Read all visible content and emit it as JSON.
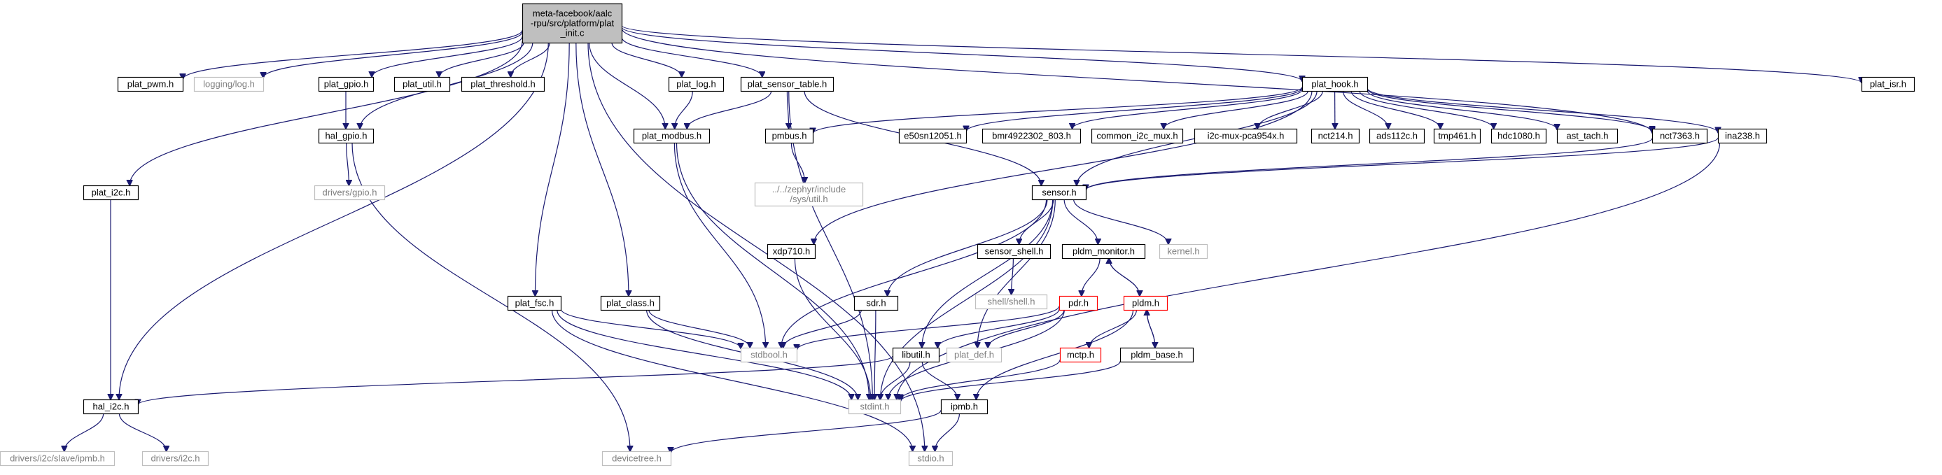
{
  "diagram": {
    "nodes": [
      {
        "id": "root",
        "lines": [
          "meta-facebook/aalc",
          "-rpu/src/platform/plat",
          "_init.c"
        ],
        "style": "root"
      },
      {
        "id": "plat_pwm",
        "lines": [
          "plat_pwm.h"
        ]
      },
      {
        "id": "logging_log",
        "lines": [
          "logging/log.h"
        ],
        "style": "ext"
      },
      {
        "id": "plat_gpio",
        "lines": [
          "plat_gpio.h"
        ]
      },
      {
        "id": "plat_util",
        "lines": [
          "plat_util.h"
        ]
      },
      {
        "id": "plat_threshold",
        "lines": [
          "plat_threshold.h"
        ]
      },
      {
        "id": "plat_log",
        "lines": [
          "plat_log.h"
        ]
      },
      {
        "id": "plat_sensor_table",
        "lines": [
          "plat_sensor_table.h"
        ]
      },
      {
        "id": "plat_hook",
        "lines": [
          "plat_hook.h"
        ]
      },
      {
        "id": "plat_isr",
        "lines": [
          "plat_isr.h"
        ]
      },
      {
        "id": "hal_gpio",
        "lines": [
          "hal_gpio.h"
        ]
      },
      {
        "id": "plat_modbus",
        "lines": [
          "plat_modbus.h"
        ]
      },
      {
        "id": "pmbus",
        "lines": [
          "pmbus.h"
        ]
      },
      {
        "id": "e50sn12051",
        "lines": [
          "e50sn12051.h"
        ]
      },
      {
        "id": "bmr4922302_803",
        "lines": [
          "bmr4922302_803.h"
        ]
      },
      {
        "id": "common_i2c_mux",
        "lines": [
          "common_i2c_mux.h"
        ]
      },
      {
        "id": "i2c_mux_pca954x",
        "lines": [
          "i2c-mux-pca954x.h"
        ]
      },
      {
        "id": "nct214",
        "lines": [
          "nct214.h"
        ]
      },
      {
        "id": "ads112c",
        "lines": [
          "ads112c.h"
        ]
      },
      {
        "id": "tmp461",
        "lines": [
          "tmp461.h"
        ]
      },
      {
        "id": "hdc1080",
        "lines": [
          "hdc1080.h"
        ]
      },
      {
        "id": "ast_tach",
        "lines": [
          "ast_tach.h"
        ]
      },
      {
        "id": "nct7363",
        "lines": [
          "nct7363.h"
        ]
      },
      {
        "id": "ina238",
        "lines": [
          "ina238.h"
        ]
      },
      {
        "id": "plat_i2c",
        "lines": [
          "plat_i2c.h"
        ]
      },
      {
        "id": "drivers_gpio",
        "lines": [
          "drivers/gpio.h"
        ],
        "style": "ext"
      },
      {
        "id": "zephyr_util",
        "lines": [
          "../../zephyr/include",
          "/sys/util.h"
        ],
        "style": "ext"
      },
      {
        "id": "sensor",
        "lines": [
          "sensor.h"
        ]
      },
      {
        "id": "xdp710",
        "lines": [
          "xdp710.h"
        ]
      },
      {
        "id": "sensor_shell",
        "lines": [
          "sensor_shell.h"
        ]
      },
      {
        "id": "pldm_monitor",
        "lines": [
          "pldm_monitor.h"
        ]
      },
      {
        "id": "kernel",
        "lines": [
          "kernel.h"
        ],
        "style": "ext"
      },
      {
        "id": "shell_shell",
        "lines": [
          "shell/shell.h"
        ],
        "style": "ext"
      },
      {
        "id": "plat_fsc",
        "lines": [
          "plat_fsc.h"
        ]
      },
      {
        "id": "plat_class",
        "lines": [
          "plat_class.h"
        ]
      },
      {
        "id": "sdr",
        "lines": [
          "sdr.h"
        ]
      },
      {
        "id": "pdr",
        "lines": [
          "pdr.h"
        ],
        "style": "red"
      },
      {
        "id": "pldm",
        "lines": [
          "pldm.h"
        ],
        "style": "red"
      },
      {
        "id": "stdbool",
        "lines": [
          "stdbool.h"
        ],
        "style": "ext"
      },
      {
        "id": "plat_def",
        "lines": [
          "plat_def.h"
        ],
        "style": "ext"
      },
      {
        "id": "libutil",
        "lines": [
          "libutil.h"
        ]
      },
      {
        "id": "mctp",
        "lines": [
          "mctp.h"
        ],
        "style": "red"
      },
      {
        "id": "pldm_base",
        "lines": [
          "pldm_base.h"
        ]
      },
      {
        "id": "hal_i2c",
        "lines": [
          "hal_i2c.h"
        ]
      },
      {
        "id": "stdint",
        "lines": [
          "stdint.h"
        ],
        "style": "ext"
      },
      {
        "id": "ipmb",
        "lines": [
          "ipmb.h"
        ]
      },
      {
        "id": "drivers_i2c_slave_ipmb",
        "lines": [
          "drivers/i2c/slave/ipmb.h"
        ],
        "style": "ext"
      },
      {
        "id": "drivers_i2c",
        "lines": [
          "drivers/i2c.h"
        ],
        "style": "ext"
      },
      {
        "id": "devicetree",
        "lines": [
          "devicetree.h"
        ],
        "style": "ext"
      },
      {
        "id": "stdio",
        "lines": [
          "stdio.h"
        ],
        "style": "ext"
      }
    ],
    "edges": [
      [
        "root",
        "plat_pwm"
      ],
      [
        "root",
        "logging_log"
      ],
      [
        "root",
        "plat_gpio"
      ],
      [
        "root",
        "plat_util"
      ],
      [
        "root",
        "plat_threshold"
      ],
      [
        "root",
        "plat_log"
      ],
      [
        "root",
        "plat_sensor_table"
      ],
      [
        "root",
        "plat_hook"
      ],
      [
        "root",
        "plat_isr"
      ],
      [
        "root",
        "hal_gpio"
      ],
      [
        "root",
        "plat_modbus"
      ],
      [
        "root",
        "plat_i2c"
      ],
      [
        "root",
        "hal_i2c"
      ],
      [
        "root",
        "plat_fsc"
      ],
      [
        "root",
        "plat_class"
      ],
      [
        "root",
        "nct7363"
      ],
      [
        "root",
        "stdio"
      ],
      [
        "plat_gpio",
        "hal_gpio"
      ],
      [
        "hal_gpio",
        "drivers_gpio"
      ],
      [
        "hal_gpio",
        "devicetree"
      ],
      [
        "plat_i2c",
        "hal_i2c"
      ],
      [
        "plat_log",
        "plat_modbus"
      ],
      [
        "plat_sensor_table",
        "plat_modbus"
      ],
      [
        "plat_sensor_table",
        "pmbus"
      ],
      [
        "plat_sensor_table",
        "sensor"
      ],
      [
        "plat_sensor_table",
        "stdint"
      ],
      [
        "plat_hook",
        "pmbus"
      ],
      [
        "plat_hook",
        "e50sn12051"
      ],
      [
        "plat_hook",
        "bmr4922302_803"
      ],
      [
        "plat_hook",
        "common_i2c_mux"
      ],
      [
        "plat_hook",
        "i2c_mux_pca954x"
      ],
      [
        "plat_hook",
        "nct214"
      ],
      [
        "plat_hook",
        "ads112c"
      ],
      [
        "plat_hook",
        "tmp461"
      ],
      [
        "plat_hook",
        "hdc1080"
      ],
      [
        "plat_hook",
        "ast_tach"
      ],
      [
        "plat_hook",
        "nct7363"
      ],
      [
        "plat_hook",
        "ina238"
      ],
      [
        "plat_hook",
        "xdp710"
      ],
      [
        "plat_hook",
        "sensor"
      ],
      [
        "pmbus",
        "zephyr_util"
      ],
      [
        "nct7363",
        "sensor"
      ],
      [
        "ina238",
        "sensor"
      ],
      [
        "ina238",
        "stdint"
      ],
      [
        "plat_modbus",
        "stdbool"
      ],
      [
        "plat_modbus",
        "stdint"
      ],
      [
        "sensor",
        "sensor_shell"
      ],
      [
        "sensor",
        "pldm_monitor"
      ],
      [
        "sensor",
        "kernel"
      ],
      [
        "sensor",
        "sdr"
      ],
      [
        "sensor",
        "libutil"
      ],
      [
        "sensor",
        "plat_def"
      ],
      [
        "sensor",
        "stdbool"
      ],
      [
        "sensor",
        "stdint"
      ],
      [
        "sensor_shell",
        "shell_shell"
      ],
      [
        "pldm_monitor",
        "pdr"
      ],
      [
        "pldm_monitor",
        "pldm"
      ],
      [
        "pldm",
        "pldm_monitor"
      ],
      [
        "pldm",
        "mctp"
      ],
      [
        "pldm",
        "pldm_base"
      ],
      [
        "pldm",
        "ipmb"
      ],
      [
        "pldm_base",
        "pldm"
      ],
      [
        "pldm_base",
        "stdint"
      ],
      [
        "mctp",
        "stdint"
      ],
      [
        "pdr",
        "stdbool"
      ],
      [
        "pdr",
        "plat_def"
      ],
      [
        "pdr",
        "libutil"
      ],
      [
        "pdr",
        "stdint"
      ],
      [
        "xdp710",
        "stdint"
      ],
      [
        "sdr",
        "stdbool"
      ],
      [
        "sdr",
        "stdint"
      ],
      [
        "plat_fsc",
        "stdbool"
      ],
      [
        "plat_fsc",
        "stdint"
      ],
      [
        "plat_fsc",
        "stdio"
      ],
      [
        "plat_class",
        "stdbool"
      ],
      [
        "plat_class",
        "stdint"
      ],
      [
        "libutil",
        "hal_i2c"
      ],
      [
        "libutil",
        "stdint"
      ],
      [
        "libutil",
        "ipmb"
      ],
      [
        "hal_i2c",
        "drivers_i2c_slave_ipmb"
      ],
      [
        "hal_i2c",
        "drivers_i2c"
      ],
      [
        "ipmb",
        "devicetree"
      ],
      [
        "ipmb",
        "stdio"
      ]
    ]
  }
}
